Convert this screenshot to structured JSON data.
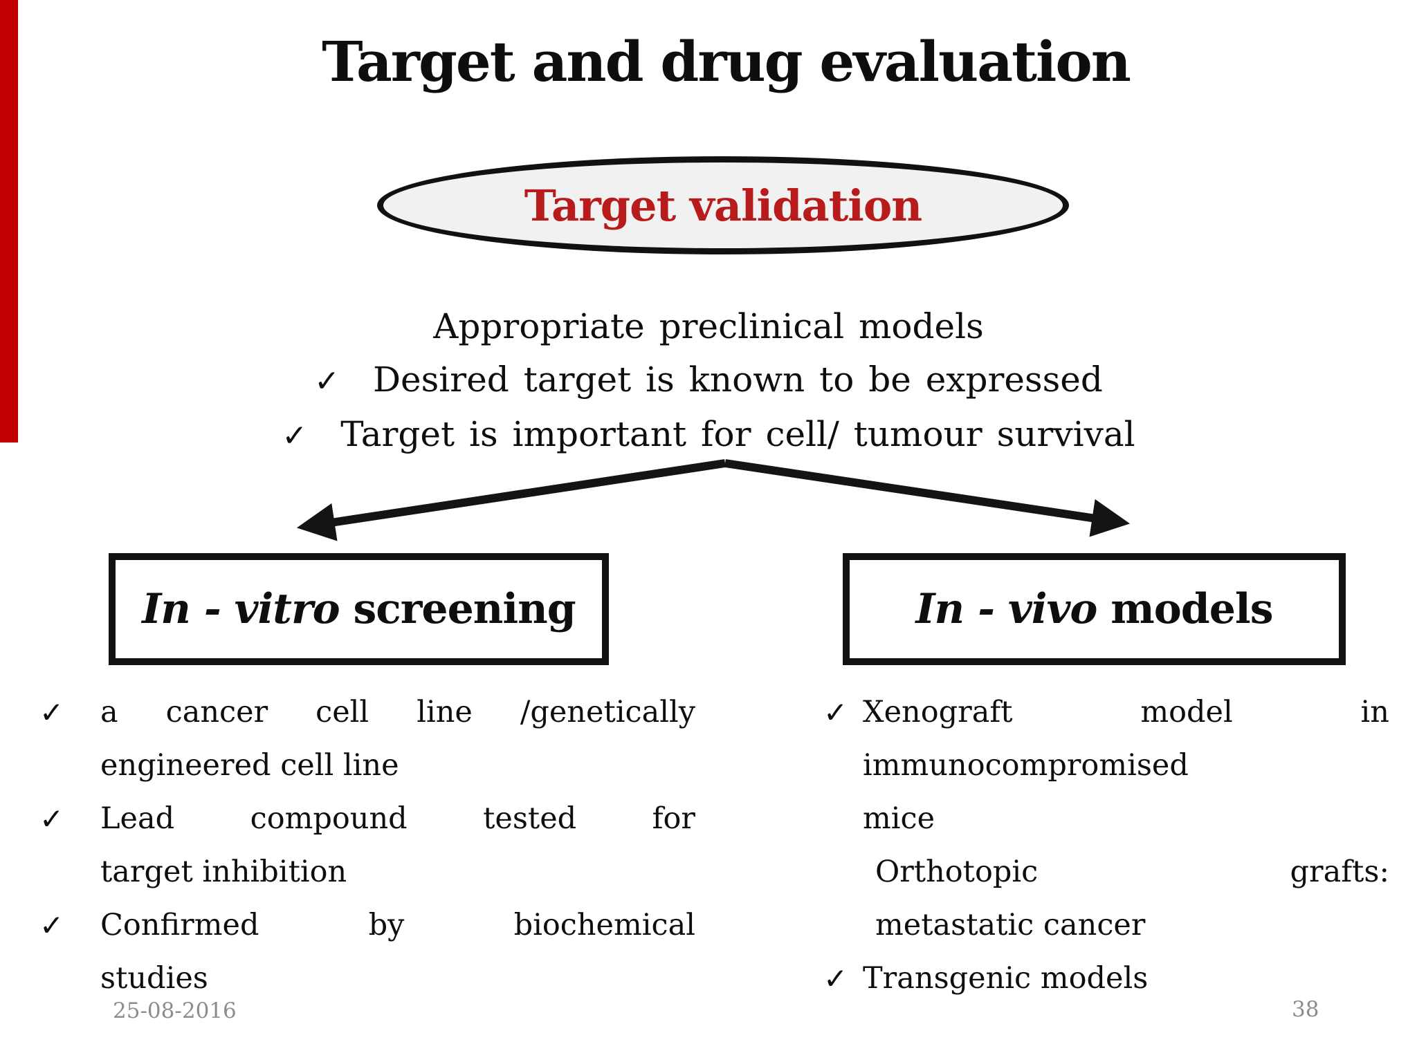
{
  "slide": {
    "title": "Target and drug evaluation",
    "ellipse_label": "Target validation",
    "preclinical": {
      "heading": "Appropriate preclinical models",
      "items": [
        {
          "check": "✓",
          "text": "Desired target is known to be expressed"
        },
        {
          "check": "✓",
          "text": "Target is important for cell/ tumour survival"
        }
      ]
    },
    "left_branch": {
      "box_title_italic": "In - vitro",
      "box_title_rest": " screening",
      "items": [
        {
          "check": "✓",
          "lines": [
            "a cancer cell line /genetically",
            "engineered cell line"
          ]
        },
        {
          "check": "✓",
          "lines": [
            "Lead compound tested for",
            "target inhibition"
          ]
        },
        {
          "check": "✓",
          "lines": [
            "Confirmed by biochemical",
            "studies"
          ]
        }
      ]
    },
    "right_branch": {
      "box_title_italic": "In - vivo",
      "box_title_rest": " models",
      "items": [
        {
          "check": "✓",
          "lines": [
            "Xenograft model in",
            "immunocompromised",
            "mice"
          ]
        },
        {
          "check": "",
          "lines": [
            "Orthotopic grafts:",
            "metastatic cancer"
          ]
        },
        {
          "check": "✓",
          "lines": [
            "Transgenic models"
          ]
        }
      ]
    },
    "footer": {
      "date": "25-08-2016",
      "page": "38"
    },
    "colors": {
      "accent_red_bar": "#c00000",
      "validation_text": "#b71b1b",
      "ellipse_fill": "#f1f1f1",
      "ink": "#0e0e0e",
      "muted": "#8c8c8c"
    }
  }
}
